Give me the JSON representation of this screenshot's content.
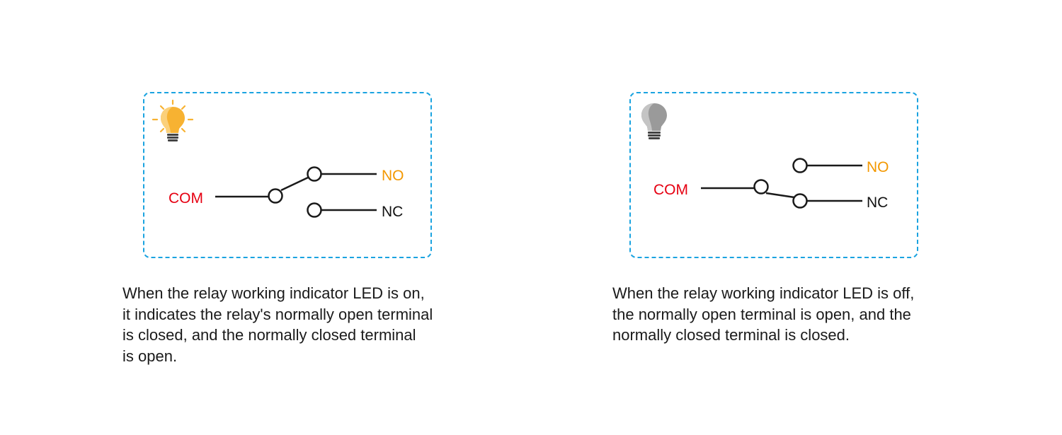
{
  "colors": {
    "frame": "#1aa3e0",
    "com_label": "#e60012",
    "no_label": "#f39800",
    "nc_label": "#111111",
    "wire": "#1a1a1a",
    "bulb_on": "#f7b232",
    "bulb_off": "#9a9a9a",
    "bulb_base": "#444444"
  },
  "panels": [
    {
      "state": "on",
      "icon": "lightbulb-on-icon",
      "com_label": "COM",
      "no_label": "NO",
      "nc_label": "NC",
      "caption_lines": [
        "When the relay working indicator LED is on,",
        "it indicates the relay's normally open terminal",
        "is closed, and the normally closed terminal",
        "is open."
      ]
    },
    {
      "state": "off",
      "icon": "lightbulb-off-icon",
      "com_label": "COM",
      "no_label": "NO",
      "nc_label": "NC",
      "caption_lines": [
        "When the relay working indicator LED is off,",
        "the normally open terminal is open, and the",
        "normally closed terminal is closed."
      ]
    }
  ]
}
